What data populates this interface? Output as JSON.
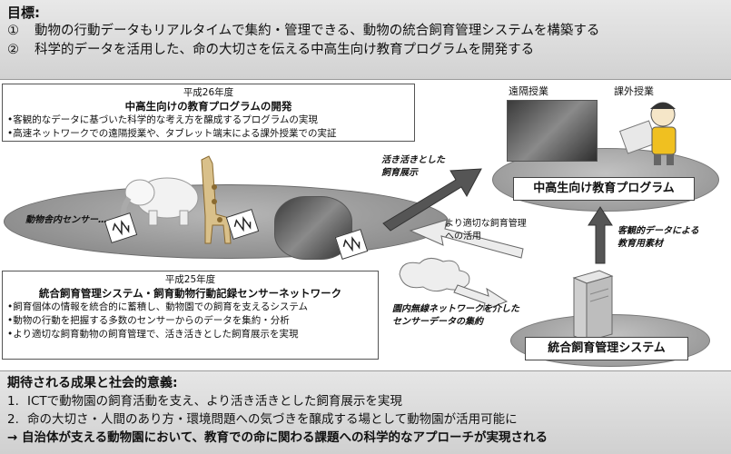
{
  "goals": {
    "title": "目標:",
    "items": [
      {
        "num": "①",
        "text": "動物の行動データもリアルタイムで集約・管理できる、動物の統合飼育管理システムを構築する"
      },
      {
        "num": "②",
        "text": "科学的データを活用した、命の大切さを伝える中高生向け教育プログラムを開発する"
      }
    ]
  },
  "panel_2014": {
    "year": "平成26年度",
    "title": "中高生向けの教育プログラムの開発",
    "lines": [
      "•客観的なデータに基づいた科学的な考え方を醸成するプログラムの実現",
      "•高速ネットワークでの遠隔授業や、タブレット端末による課外授業での実証"
    ]
  },
  "panel_2013": {
    "year": "平成25年度",
    "title": "統合飼育管理システム・飼育動物行動記録センサーネットワーク",
    "lines": [
      "•飼育個体の情報を統合的に蓄積し、動物園での飼育を支えるシステム",
      "•動物の行動を把握する多数のセンサーからのデータを集約・分析",
      "•より適切な飼育動物の飼育管理で、活き活きとした飼育展示を実現"
    ]
  },
  "labels": {
    "remote_class": "遠隔授業",
    "field_class": "課外授業",
    "edu_program": "中高生向け教育プログラム",
    "mgmt_system": "統合飼育管理システム",
    "lively_exhibit_1": "活き活きとした",
    "lively_exhibit_2": "飼育展示",
    "better_mgmt_1": "より適切な飼育管理",
    "better_mgmt_2": "への活用",
    "objective_data_1": "客観的データによる",
    "objective_data_2": "教育用素材",
    "sensor_in_building": "動物舎内センサー…",
    "wireless_1": "園内無線ネットワークを介した",
    "wireless_2": "センサーデータの集約"
  },
  "outcomes": {
    "title": "期待される成果と社会的意義:",
    "items": [
      {
        "num": "1.",
        "text": "ICTで動物園の飼育活動を支え、より活き活きとした飼育展示を実現"
      },
      {
        "num": "2.",
        "text": "命の大切さ・人間のあり方・環境問題への気づきを醸成する場として動物園が活用可能に"
      }
    ],
    "conclusion": "→ 自治体が支える動物園において、教育での命に関わる課題への科学的なアプローチが実現される"
  },
  "colors": {
    "arrow_dark": "#555555",
    "arrow_light": "#e8e8e8",
    "ellipse": "#9a9a9a"
  }
}
